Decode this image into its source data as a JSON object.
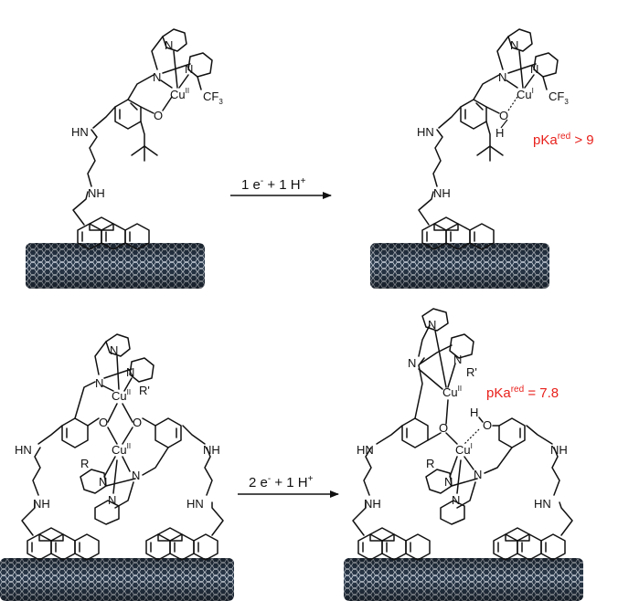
{
  "scheme": {
    "top": {
      "arrow_label": {
        "main": "1 e",
        "sup1": "-",
        "mid": " + 1 H",
        "sup2": "+"
      },
      "pka": {
        "base": "pKa",
        "sup": "red",
        "tail": " > 9"
      }
    },
    "bottom": {
      "arrow_label": {
        "main": "2 e",
        "sup1": "-",
        "mid": " + 1 H",
        "sup2": "+"
      },
      "pka": {
        "base": "pKa",
        "sup": "red",
        "tail": " = 7.8"
      }
    }
  },
  "labels": {
    "cu": "Cu",
    "cu2": "II",
    "cu1": "I",
    "n": "N",
    "o": "O",
    "h": "H",
    "hn": "HN",
    "nh": "NH",
    "cf3_main": "CF",
    "cf3_sub": "3",
    "r": "R",
    "rprime": "R'"
  },
  "colors": {
    "accent": "#e8211c",
    "ink": "#111111",
    "nanotube": "#2a3a4c"
  }
}
